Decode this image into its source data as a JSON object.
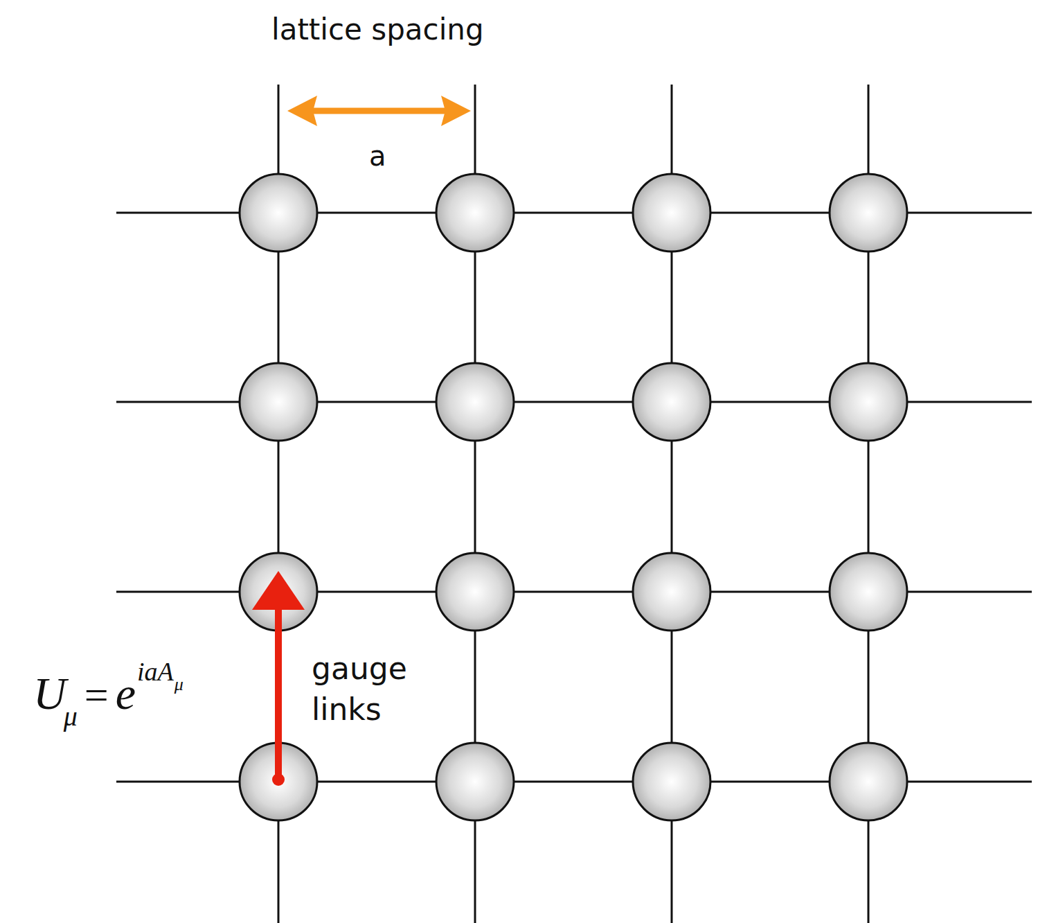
{
  "diagram": {
    "labels": [
      "lattice spacing",
      "a",
      "U",
      "μ",
      "=",
      "e",
      "iaA",
      "μ",
      "gauge links"
    ]
  }
}
